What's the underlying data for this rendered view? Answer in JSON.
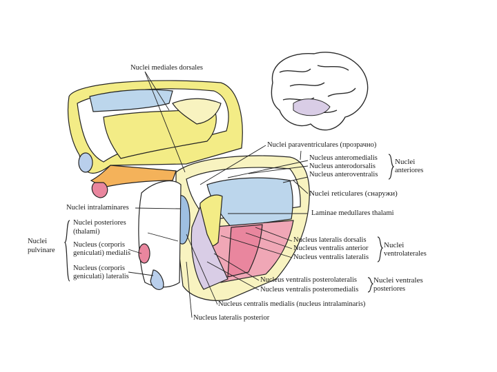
{
  "labels": {
    "mediales_dorsales": "Nuclei mediales dorsales",
    "paraventriculares": "Nuclei paraventriculares (прозрачно)",
    "anteromedialis": "Nucleus anteromedialis",
    "anterodorsalis": "Nucleus anterodorsalis",
    "anteroventralis": "Nucleus anteroventralis",
    "anteriores_1": "Nuclei",
    "anteriores_2": "anteriores",
    "reticulares": "Nuclei reticulares (снаружи)",
    "intralaminares": "Nuclei intralaminares",
    "laminae": "Laminae medullares thalami",
    "posteriores_1": "Nuclei posteriores",
    "posteriores_2": "(thalami)",
    "pulvinare_1": "Nuclei",
    "pulvinare_2": "pulvinare",
    "corporis_med_1": "Nucleus (corporis",
    "corporis_med_2": "geniculati) medialis",
    "corporis_lat_1": "Nucleus (corporis",
    "corporis_lat_2": "geniculati) lateralis",
    "lateralis_dorsalis": "Nucleus lateralis dorsalis",
    "ventralis_anterior": "Nucleus ventralis anterior",
    "ventralis_lateralis": "Nucleus ventralis lateralis",
    "ventrolaterales_1": "Nuclei",
    "ventrolaterales_2": "ventrolaterales",
    "ventralis_posterolateralis": "Nucleus ventralis posterolateralis",
    "ventralis_posteromedialis": "Nucleus ventralis posteromedialis",
    "ventrales_post_1": "Nuclei ventrales",
    "ventrales_post_2": "posteriores",
    "centralis_medialis": "Nucleus centralis medialis (nucleus intralaminaris)",
    "lateralis_posterior": "Nucleus lateralis posterior"
  },
  "colors": {
    "yellow": "#f3ec86",
    "pale_yellow": "#f8f3c0",
    "blue": "#bcd6ec",
    "pink": "#f0a7b6",
    "red_pink": "#e9869e",
    "lilac": "#d9cde6",
    "orange": "#f4b25a",
    "outline": "#222222"
  }
}
